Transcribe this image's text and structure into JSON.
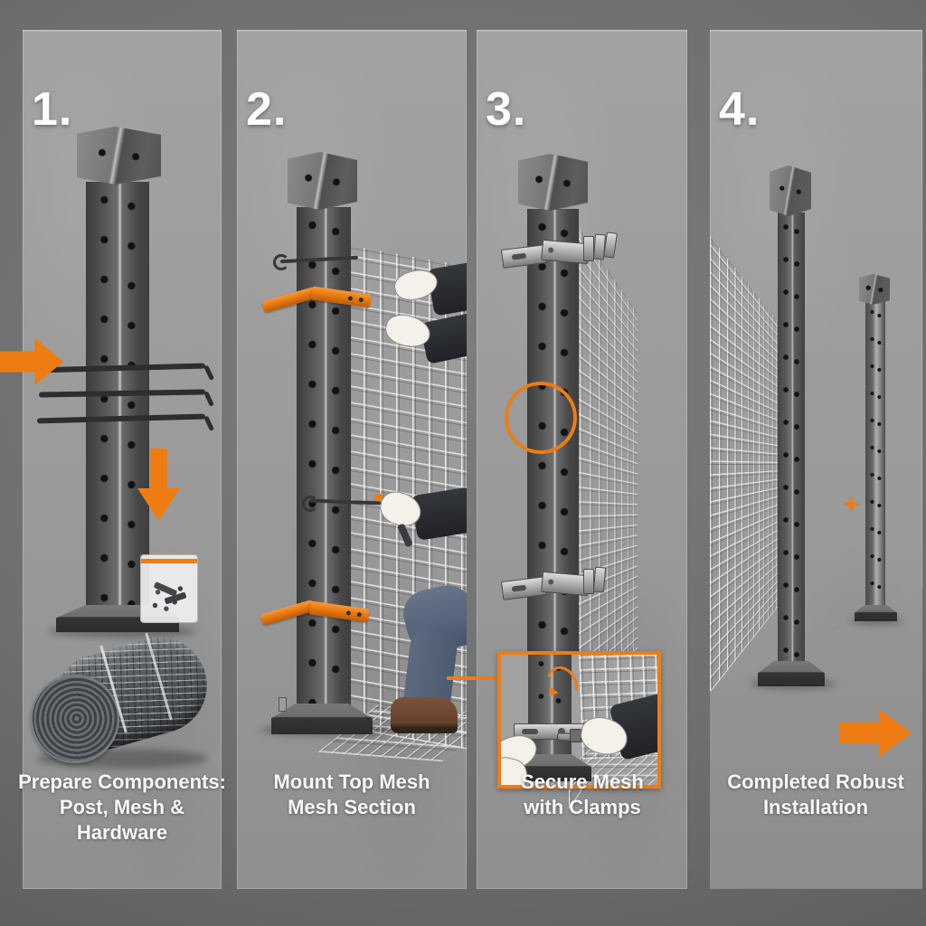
{
  "colors": {
    "accent_orange": "#EE7C12",
    "panel_gray": "#9A9A9A",
    "background_gray": "#6E6F6F",
    "text_white": "#F7F7F7"
  },
  "steps": [
    {
      "number": "1.",
      "caption": "Prepare Components:\nPost, Mesh &\nHardware"
    },
    {
      "number": "2.",
      "caption": "Mount Top Mesh\nMesh Section"
    },
    {
      "number": "3.",
      "caption": "Secure Mesh\nwith Clamps"
    },
    {
      "number": "4.",
      "caption": "Completed Robust\nInstallation"
    }
  ],
  "icons": {
    "step1_input_arrow": "arrow-right-icon",
    "step1_down_arrow": "arrow-down-icon",
    "step3_highlight": "circle-highlight-icon",
    "step3_detail_frame": "zoom-inset-frame",
    "step4_sparkle": "sparkle-icon",
    "step4_output_arrow": "arrow-right-icon"
  }
}
